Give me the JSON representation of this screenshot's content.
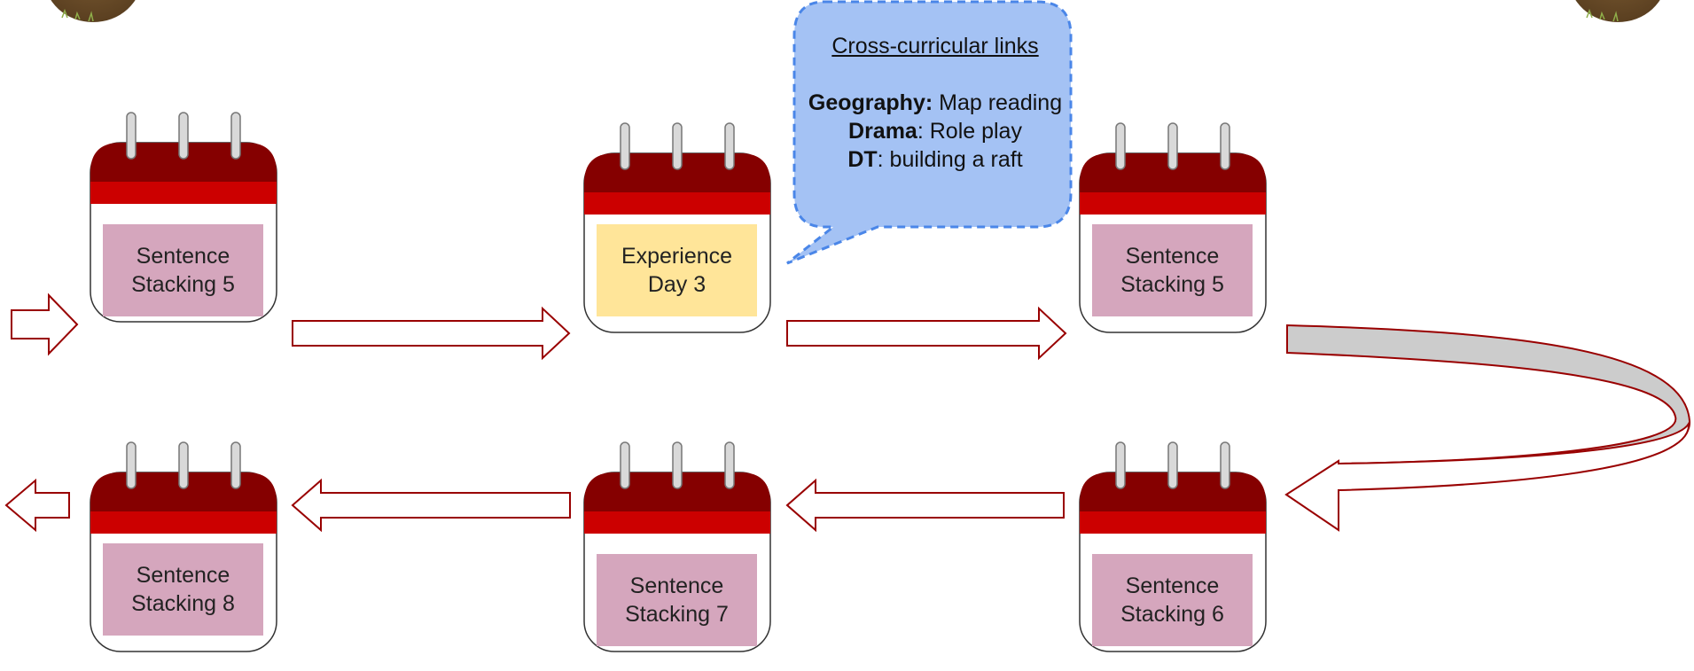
{
  "calendars": [
    {
      "label": "Sentence Stacking 5",
      "color": "#d5a6bd"
    },
    {
      "label": "Experience Day 3",
      "color": "#ffe599"
    },
    {
      "label": "Sentence Stacking 5",
      "color": "#d5a6bd"
    },
    {
      "label": "Sentence Stacking 8",
      "color": "#d5a6bd"
    },
    {
      "label": "Sentence Stacking 7",
      "color": "#d5a6bd"
    },
    {
      "label": "Sentence Stacking 6",
      "color": "#d5a6bd"
    }
  ],
  "callout": {
    "heading": "Cross-curricular links",
    "lines": [
      {
        "bold": "Geography:",
        "rest": " Map reading"
      },
      {
        "bold": "Drama",
        "rest": ": Role play"
      },
      {
        "bold": "DT",
        "rest": ": building a raft"
      }
    ],
    "fill": "#a4c2f4",
    "border": "#4a86e8"
  },
  "colors": {
    "arrow_stroke": "#990000",
    "calendar_top": "#cc0000",
    "calendar_top_dark": "#660000",
    "curve_fill": "#cccccc"
  }
}
